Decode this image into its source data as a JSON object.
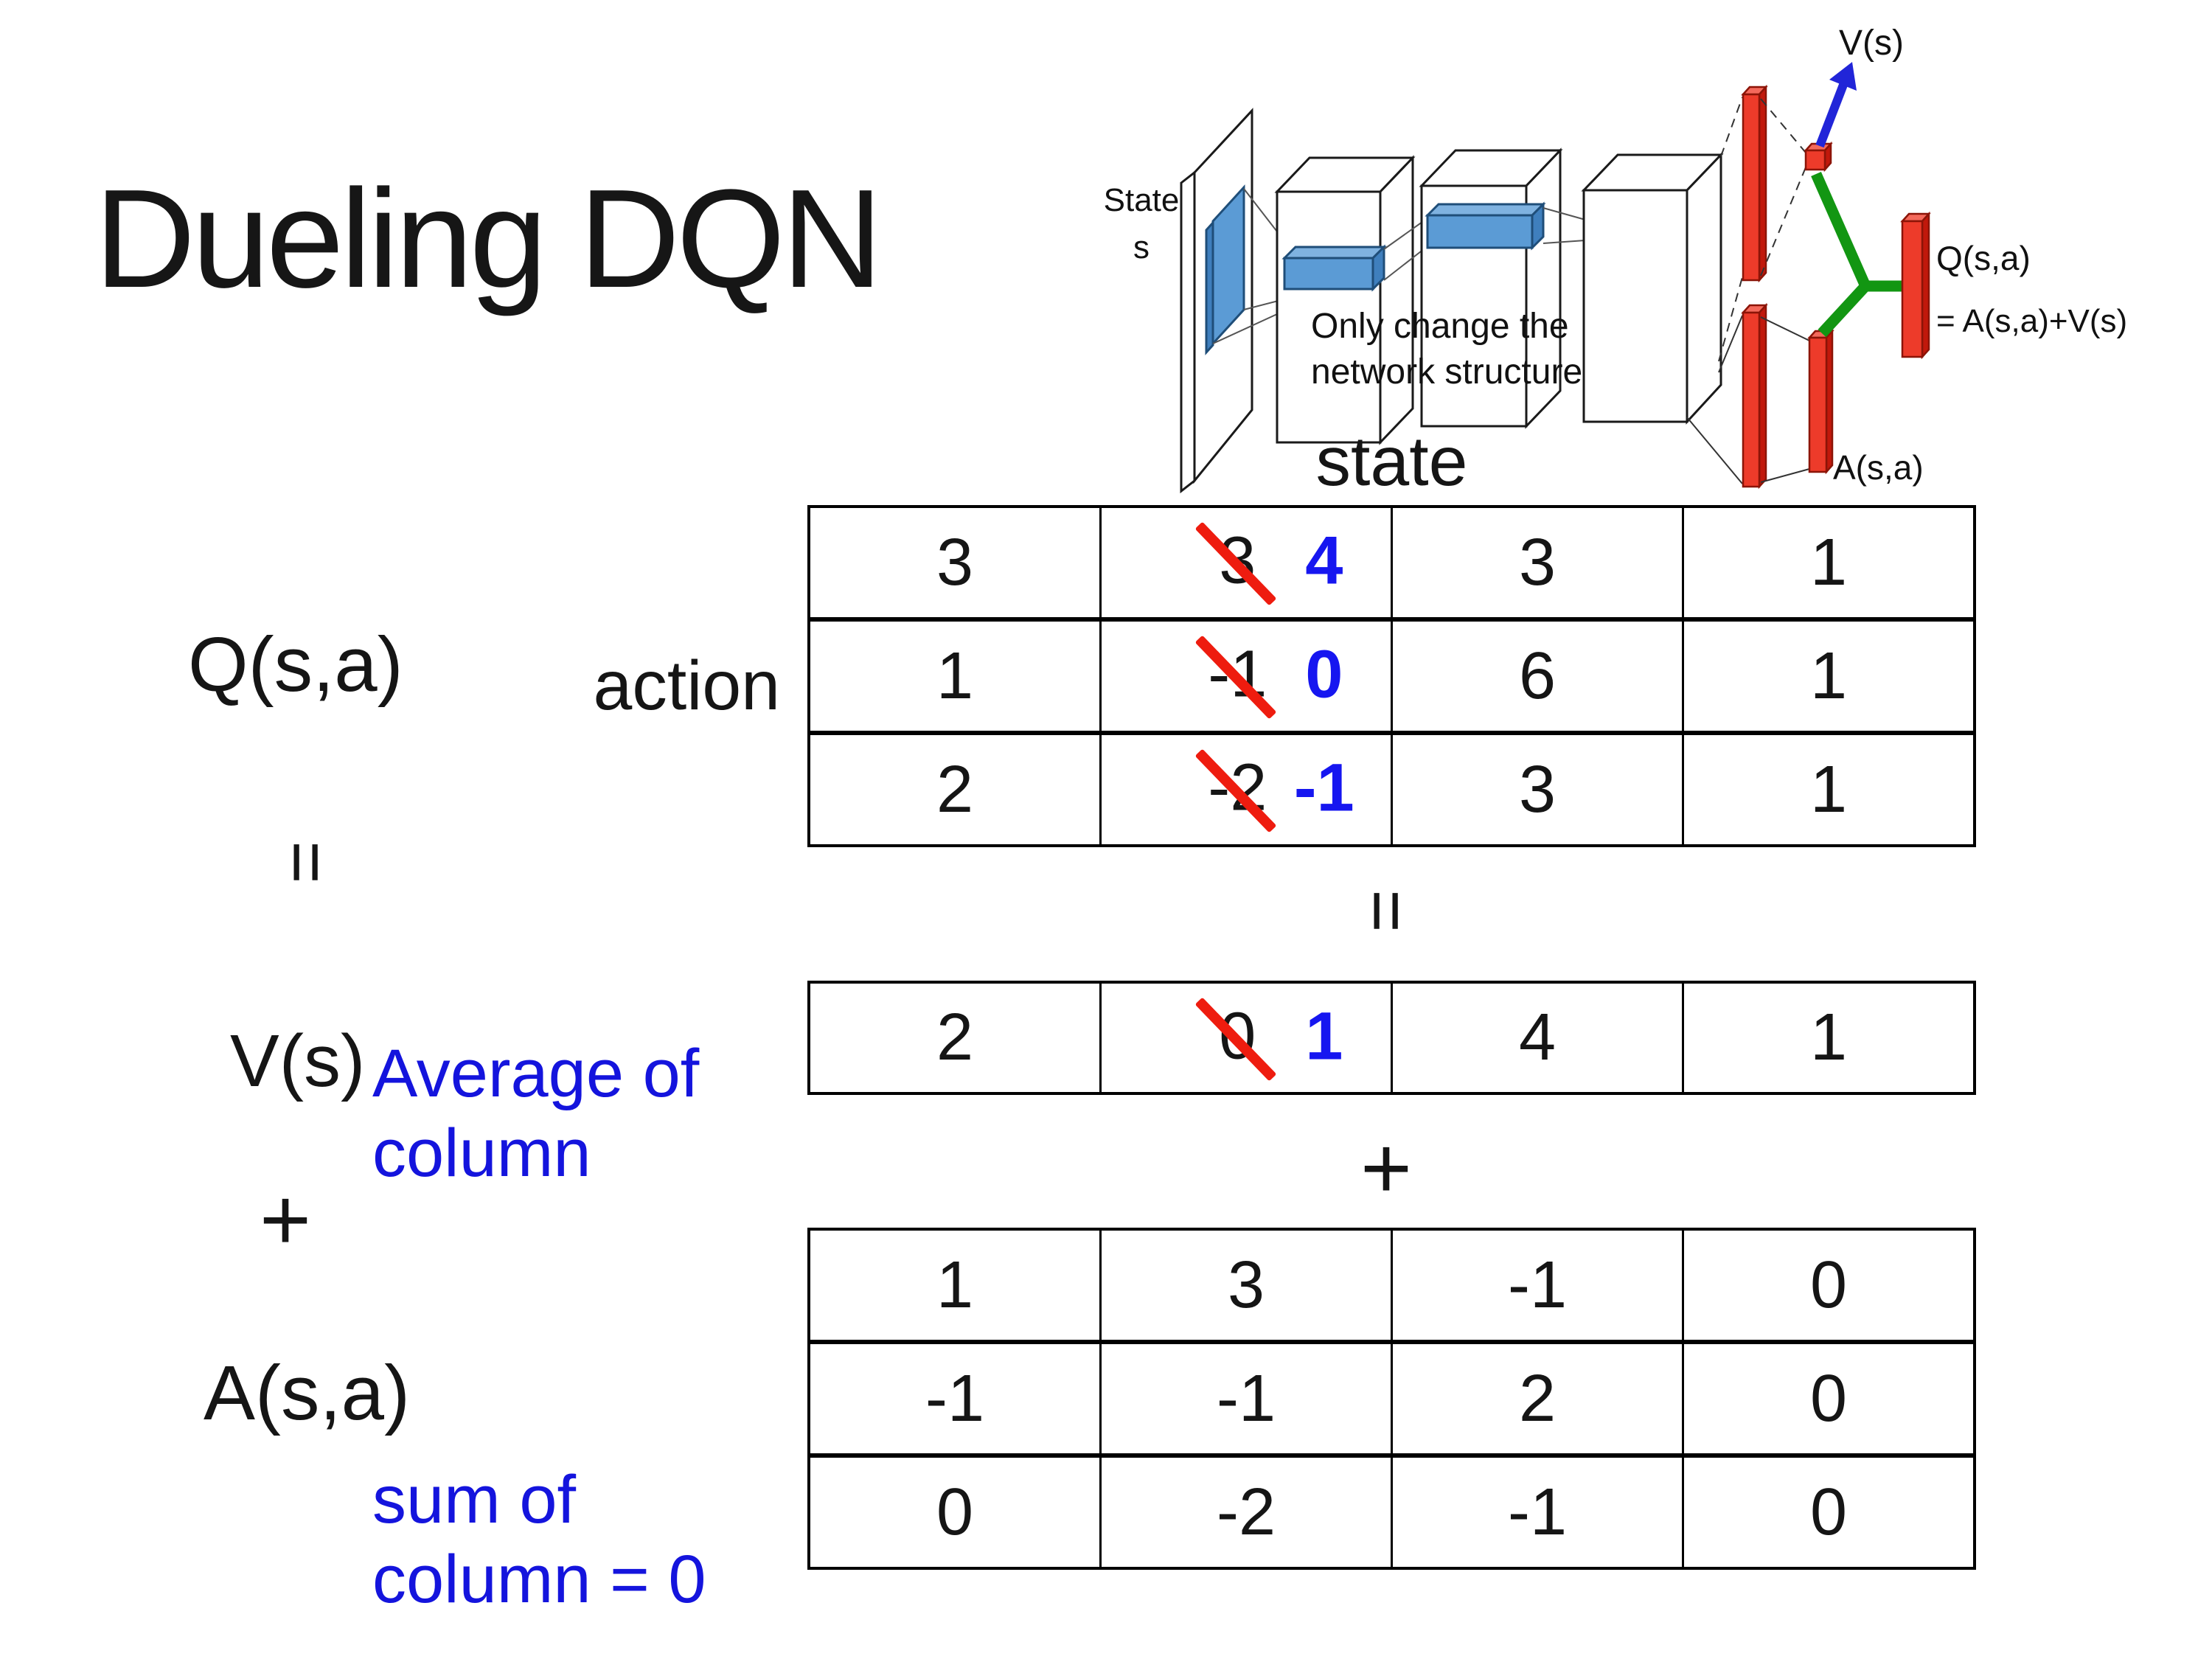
{
  "title": "Dueling DQN",
  "colors": {
    "text_black": "#151515",
    "annotation_blue": "#1414dd",
    "number_blue": "#1616f0",
    "strike_red": "#ee1c0f",
    "bar_red": "#ed3b2a",
    "bar_red_dark": "#8c1407",
    "green": "#129612",
    "arrow_blue": "#2125d8",
    "conv_blue": "#5b9bd5",
    "conv_blue_dark": "#1f4e79"
  },
  "diagram": {
    "state_line1": "State",
    "state_line2": "s",
    "note_line1": "Only change the",
    "note_line2": "network structure",
    "v_label": "V(s)",
    "q_label": "Q(s,a)",
    "q_formula": "= A(s,a)+V(s)",
    "a_label": "A(s,a)"
  },
  "matrix_section": {
    "state_label": "state",
    "action_label": "action",
    "q_label": "Q(s,a)",
    "v_label": "V(s)",
    "a_label": "A(s,a)",
    "equals_sign": "=",
    "plus_sign": "+",
    "avg_note": {
      "line1": "Average of",
      "line2": "column"
    },
    "sum_note": {
      "line1": "sum of",
      "line2": "column = 0"
    },
    "q_table": {
      "rows": [
        {
          "cells": [
            {
              "v": "3"
            },
            {
              "v": "3",
              "new": "4",
              "struck": true
            },
            {
              "v": "3"
            },
            {
              "v": "1"
            }
          ]
        },
        {
          "cells": [
            {
              "v": "1"
            },
            {
              "v": "-1",
              "new": "0",
              "struck": true
            },
            {
              "v": "6"
            },
            {
              "v": "1"
            }
          ]
        },
        {
          "cells": [
            {
              "v": "2"
            },
            {
              "v": "-2",
              "new": "-1",
              "struck": true
            },
            {
              "v": "3"
            },
            {
              "v": "1"
            }
          ]
        }
      ]
    },
    "v_table": {
      "rows": [
        {
          "cells": [
            {
              "v": "2"
            },
            {
              "v": "0",
              "new": "1",
              "struck": true
            },
            {
              "v": "4"
            },
            {
              "v": "1"
            }
          ]
        }
      ]
    },
    "a_table": {
      "rows": [
        {
          "cells": [
            {
              "v": "1"
            },
            {
              "v": "3"
            },
            {
              "v": "-1"
            },
            {
              "v": "0"
            }
          ]
        },
        {
          "cells": [
            {
              "v": "-1"
            },
            {
              "v": "-1"
            },
            {
              "v": "2"
            },
            {
              "v": "0"
            }
          ]
        },
        {
          "cells": [
            {
              "v": "0"
            },
            {
              "v": "-2"
            },
            {
              "v": "-1"
            },
            {
              "v": "0"
            }
          ]
        }
      ]
    }
  }
}
